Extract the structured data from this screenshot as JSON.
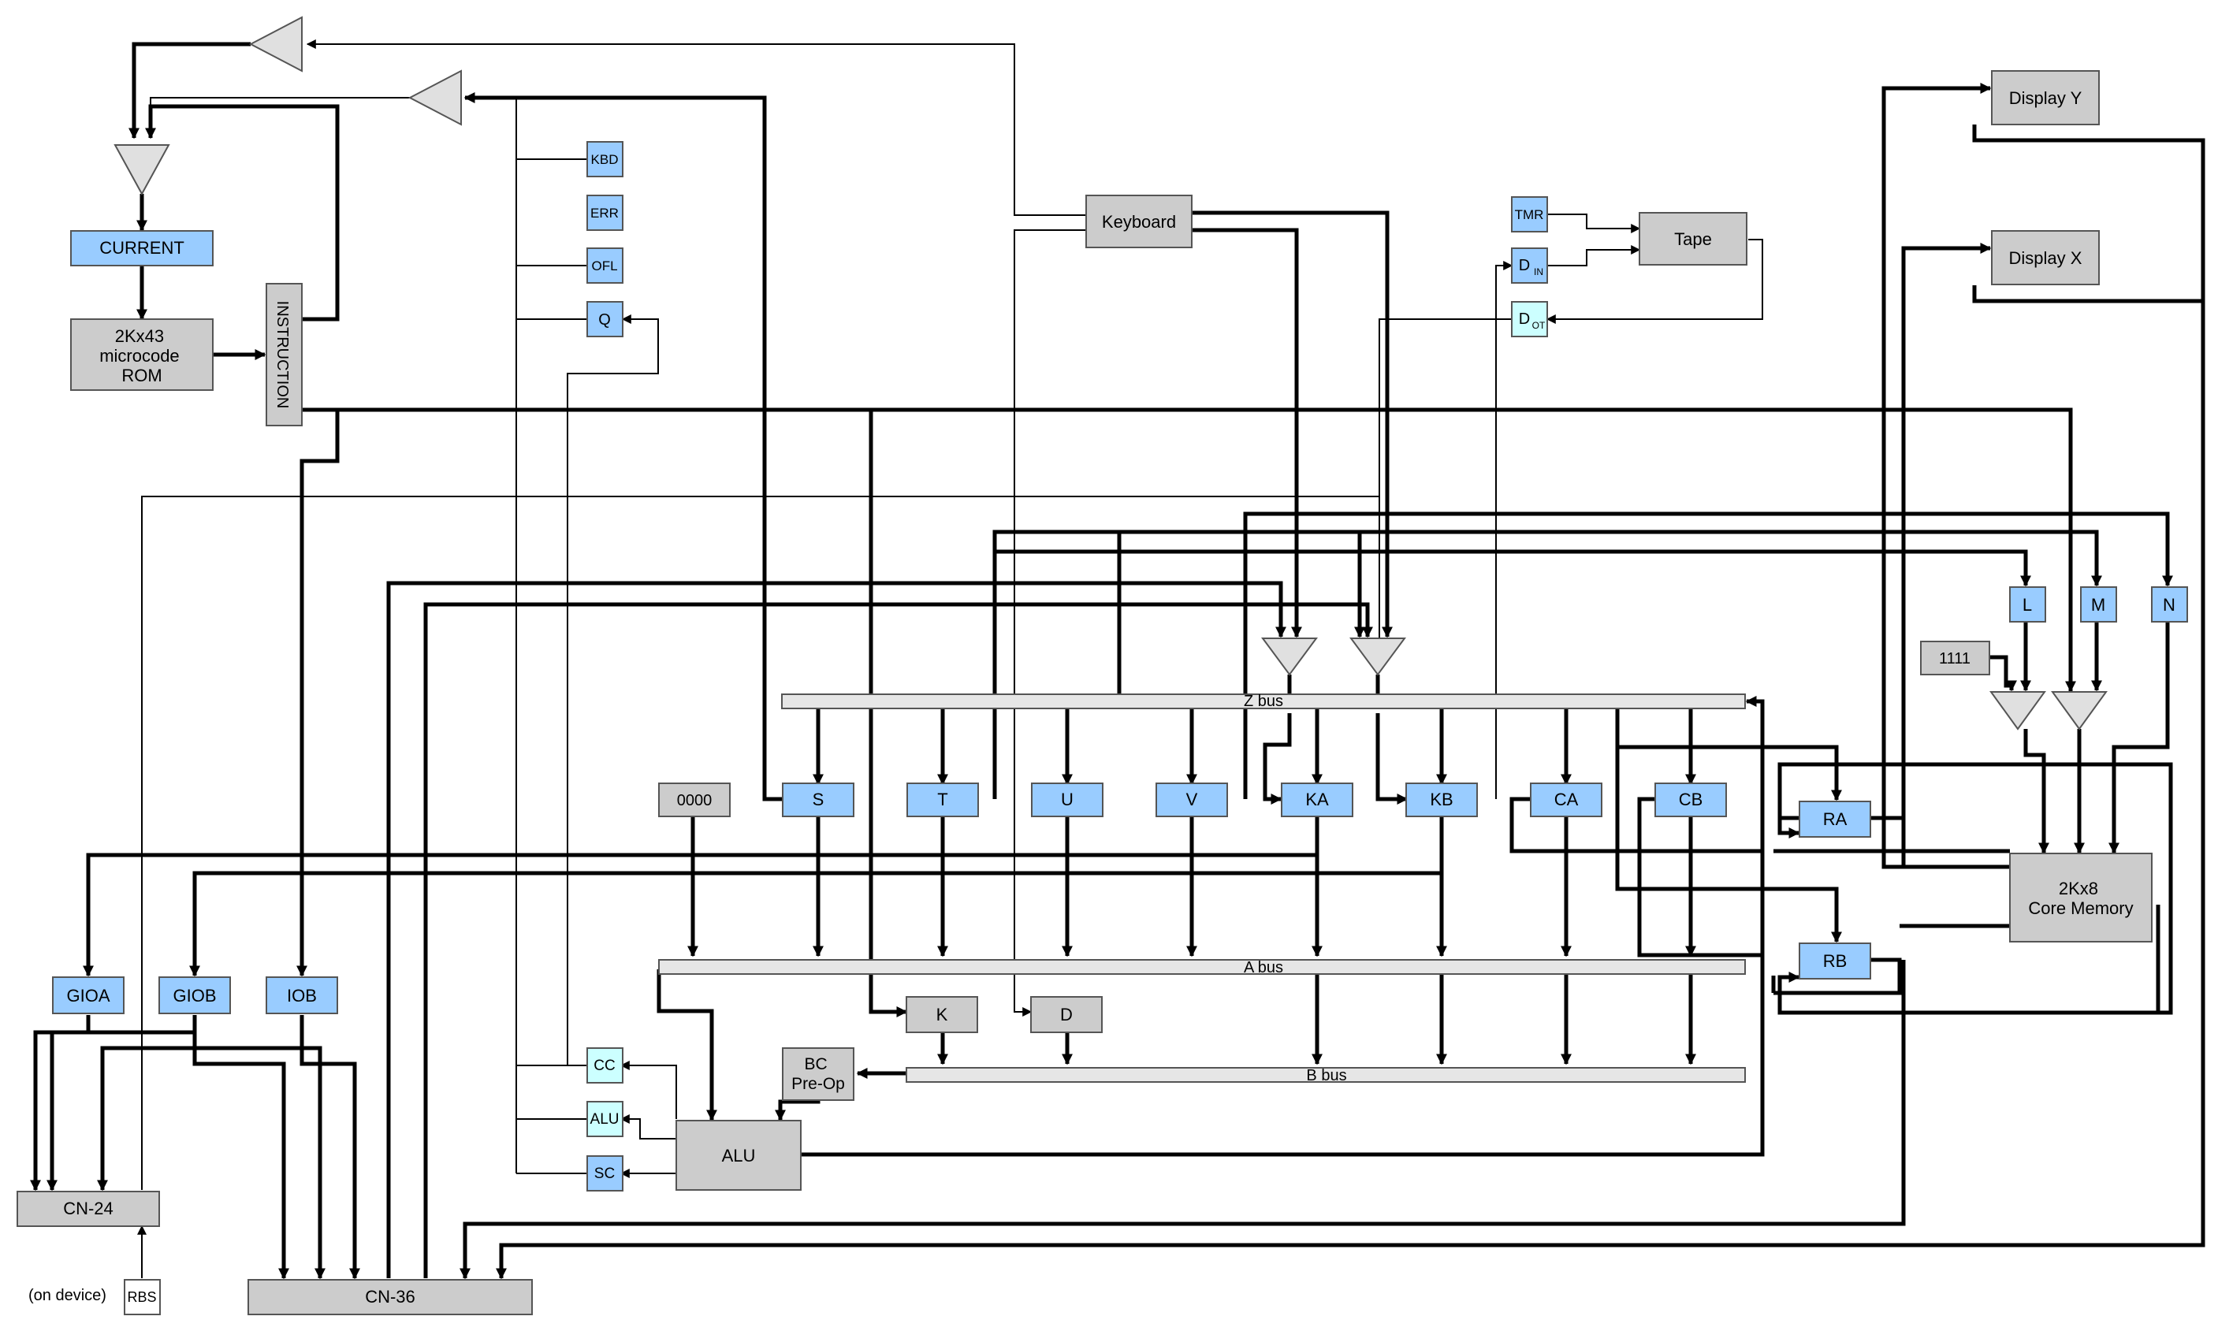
{
  "colors": {
    "register": "#99ccff",
    "status": "#ccffff",
    "grey": "#cccccc",
    "bus": "#e6e6e6",
    "line": "#000000"
  },
  "boxes": {
    "current": "CURRENT",
    "rom": [
      "2Kx43",
      "microcode",
      "ROM"
    ],
    "instruction": "INSTRUCTION",
    "kbd": "KBD",
    "err": "ERR",
    "ofl": "OFL",
    "q": "Q",
    "keyboard": "Keyboard",
    "tmr": "TMR",
    "din": {
      "main": "D",
      "sub": "IN"
    },
    "dot": {
      "main": "D",
      "sub": "OT"
    },
    "tape": "Tape",
    "display_y": "Display Y",
    "display_x": "Display X",
    "l": "L",
    "m": "M",
    "n": "N",
    "const_1111": "1111",
    "const_0000": "0000",
    "s": "S",
    "t": "T",
    "u": "U",
    "v": "V",
    "ka": "KA",
    "kb": "KB",
    "ca": "CA",
    "cb": "CB",
    "ra": "RA",
    "rb": "RB",
    "core": [
      "2Kx8",
      "Core Memory"
    ],
    "gioa": "GIOA",
    "giob": "GIOB",
    "iob": "IOB",
    "k": "K",
    "d": "D",
    "bc": [
      "BC",
      "Pre-Op"
    ],
    "cc": "CC",
    "alu_flag": "ALU",
    "sc": "SC",
    "alu": "ALU",
    "cn24": "CN-24",
    "cn36": "CN-36",
    "rbs": "RBS",
    "on_device": "(on device)"
  },
  "buses": {
    "z": "Z bus",
    "a": "A bus",
    "b": "B bus"
  }
}
